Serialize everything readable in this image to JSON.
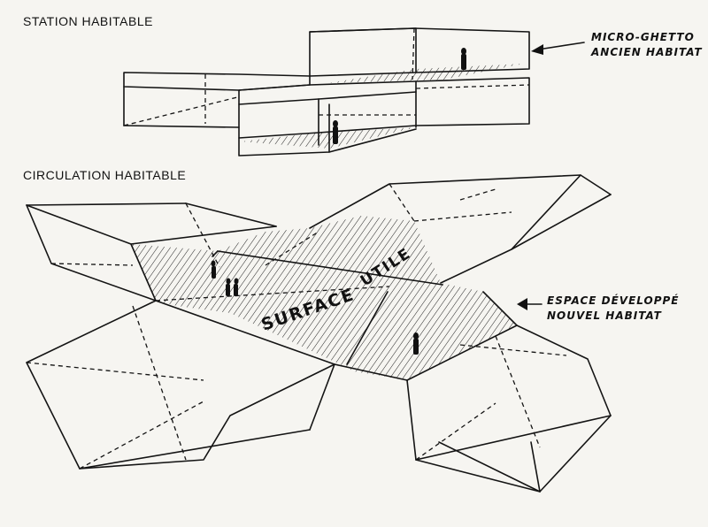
{
  "headings": {
    "station": "STATION HABITABLE",
    "circulation": "CIRCULATION HABITABLE"
  },
  "annotations": {
    "micro_ghetto": {
      "line1": "MICRO-GHETTO",
      "line2": "ANCIEN HABITAT"
    },
    "espace": {
      "line1": "ESPACE DÉVELOPPÉ",
      "line2": "NOUVEL HABITAT"
    }
  },
  "surface_labels": {
    "word1": "SURFACE",
    "word2": "UTILE"
  },
  "colors": {
    "ink": "#141414",
    "paper": "#f6f5f1"
  },
  "icons": [
    "arrow-left-icon",
    "person-figure-icon"
  ]
}
